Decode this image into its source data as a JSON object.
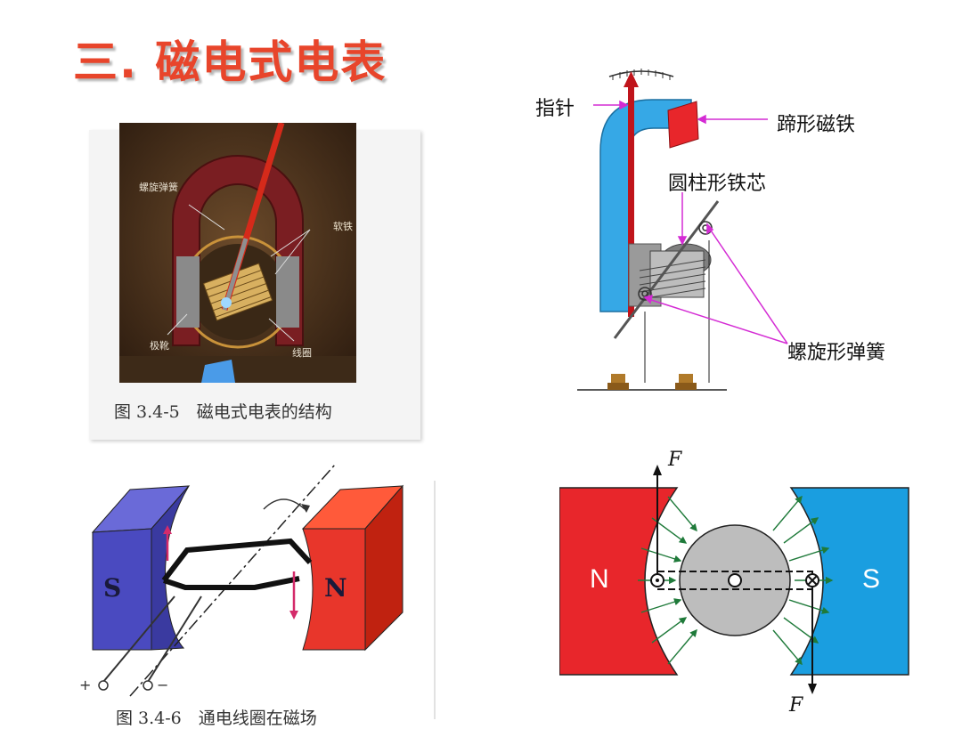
{
  "slide": {
    "title": "三. 磁电式电表"
  },
  "figure_photo": {
    "caption": "图 3.4-5　磁电式电表的结构",
    "labels": {
      "spring": "螺旋弹簧",
      "soft_iron": "软铁",
      "pole": "极靴",
      "coil": "线圈"
    }
  },
  "figure_schematic": {
    "labels": {
      "pointer": "指针",
      "horseshoe_magnet": "蹄形磁铁",
      "cylinder_core": "圆柱形铁芯",
      "spiral_spring": "螺旋形弹簧"
    }
  },
  "figure_coil": {
    "pole_s": "S",
    "pole_n": "N",
    "terminal_plus": "+",
    "terminal_minus": "−",
    "caption": "图 3.4-6　通电线圈在磁场"
  },
  "figure_field": {
    "pole_n": "N",
    "pole_s": "S",
    "force_top": "F",
    "force_bottom": "F"
  },
  "colors": {
    "title": "#e8452b",
    "magnet_red": "#e8262b",
    "magnet_blue": "#1a9ee0",
    "field_lines": "#1f7a3a",
    "core_gray": "#bdbdbd",
    "annotation_magenta": "#d42bd4"
  }
}
